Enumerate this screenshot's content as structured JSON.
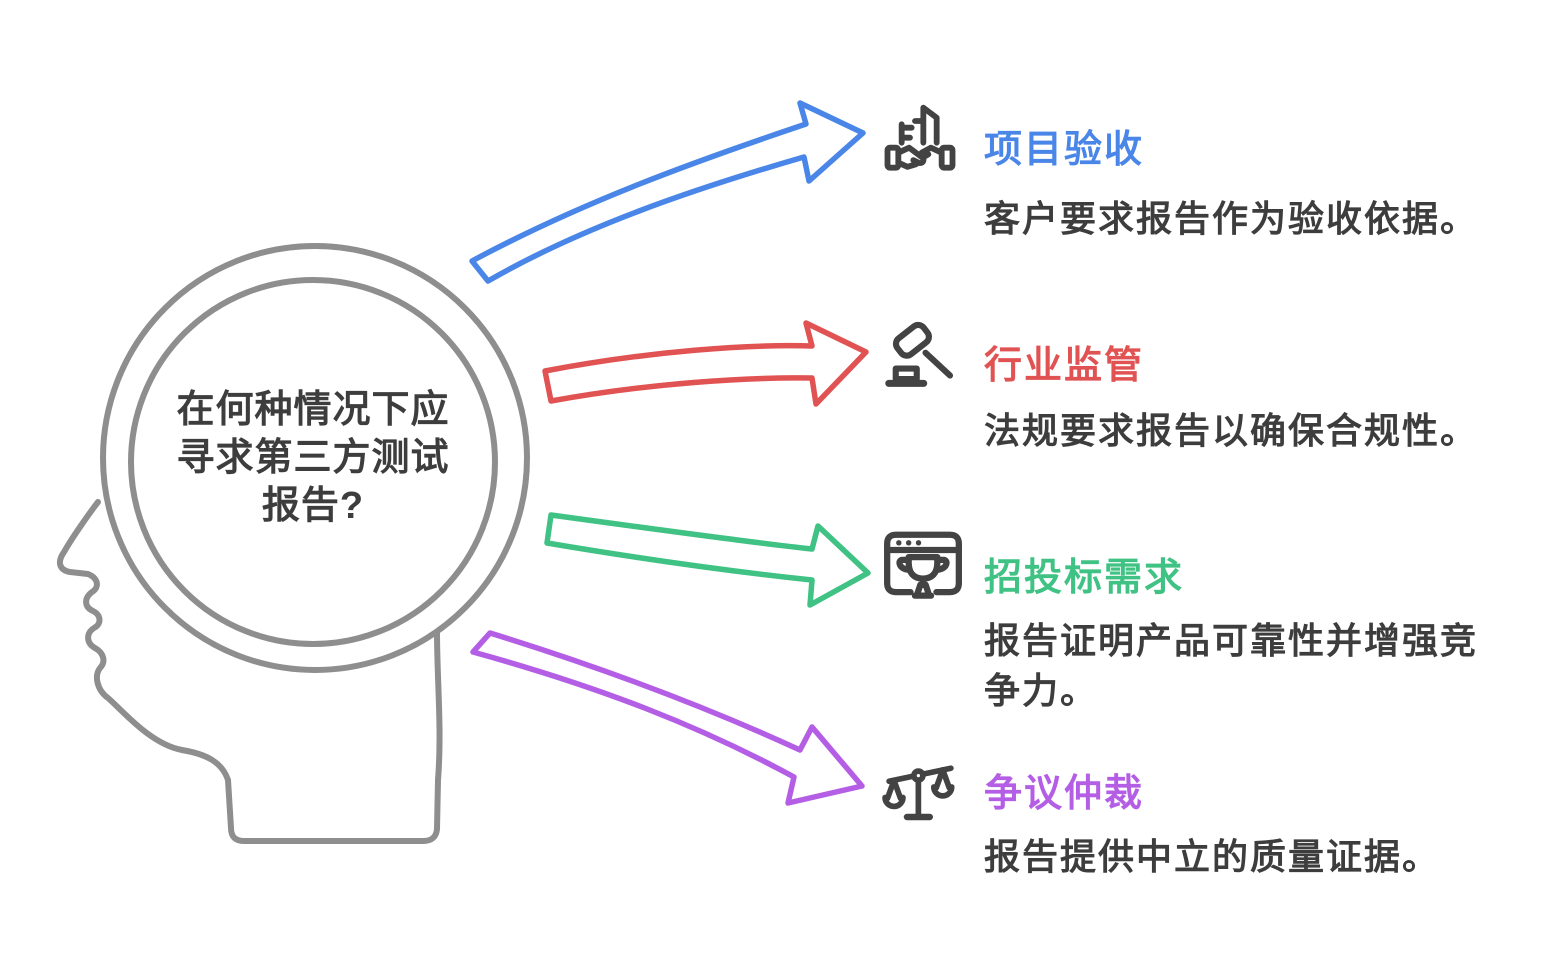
{
  "canvas": {
    "background": "#ffffff"
  },
  "head": {
    "question": "在何种情况下应\n寻求第三方测试\n报告?",
    "outline_color": "#8e8e8e",
    "text_color": "#3d3d3d"
  },
  "icon_color": "#434343",
  "description_color": "#3d3d3d",
  "items": [
    {
      "title": "项目验收",
      "description": "客户要求报告作为验收依据。",
      "accent_color": "#4a86e8",
      "icon": "handshake-deal-icon"
    },
    {
      "title": "行业监管",
      "description": "法规要求报告以确保合规性。",
      "accent_color": "#e05352",
      "icon": "gavel-icon"
    },
    {
      "title": "招投标需求",
      "description": "报告证明产品可靠性并增强竞争力。",
      "accent_color": "#3fc283",
      "icon": "browser-trophy-icon"
    },
    {
      "title": "争议仲裁",
      "description": "报告提供中立的质量证据。",
      "accent_color": "#b45ee6",
      "icon": "scales-icon"
    }
  ]
}
